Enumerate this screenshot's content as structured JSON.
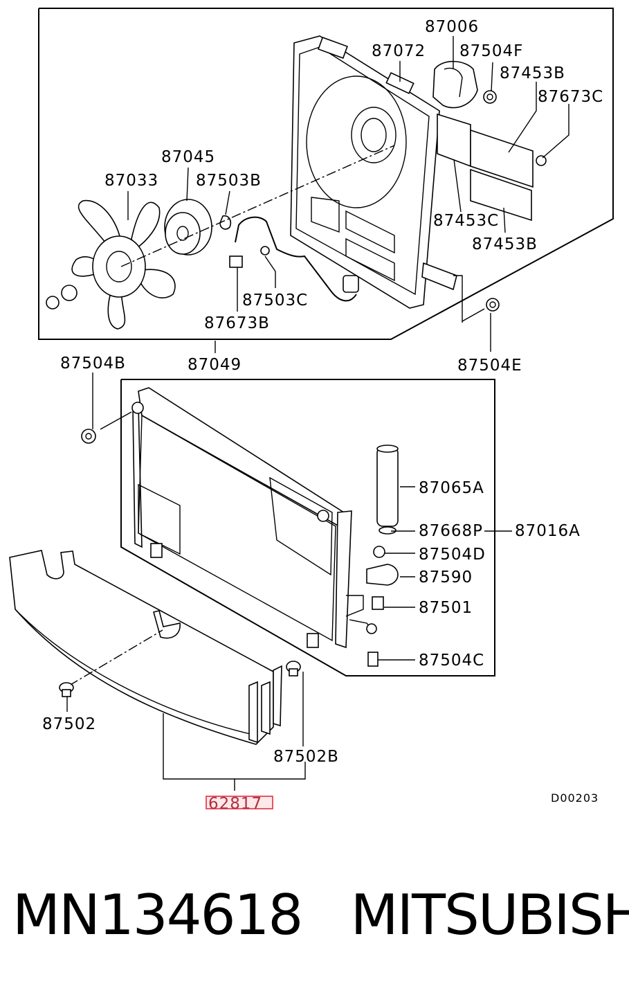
{
  "diagram": {
    "labels": {
      "p87006": "87006",
      "p87072": "87072",
      "p87504F": "87504F",
      "p87453B_top": "87453B",
      "p87673C": "87673C",
      "p87045": "87045",
      "p87033": "87033",
      "p87503B": "87503B",
      "p87453C": "87453C",
      "p87453B_bottom": "87453B",
      "p87503C": "87503C",
      "p87673B": "87673B",
      "p87504B": "87504B",
      "p87049": "87049",
      "p87504E": "87504E",
      "p87065A": "87065A",
      "p87668P": "87668P",
      "p87016A": "87016A",
      "p87504D": "87504D",
      "p87590": "87590",
      "p87501": "87501",
      "p87504C": "87504C",
      "p87502": "87502",
      "p87502B": "87502B",
      "p62817": "62817",
      "code": "D00203"
    },
    "highlight_color": "#e03040"
  },
  "caption": {
    "part_number": "MN134618",
    "brand": "MITSUBISHI"
  }
}
